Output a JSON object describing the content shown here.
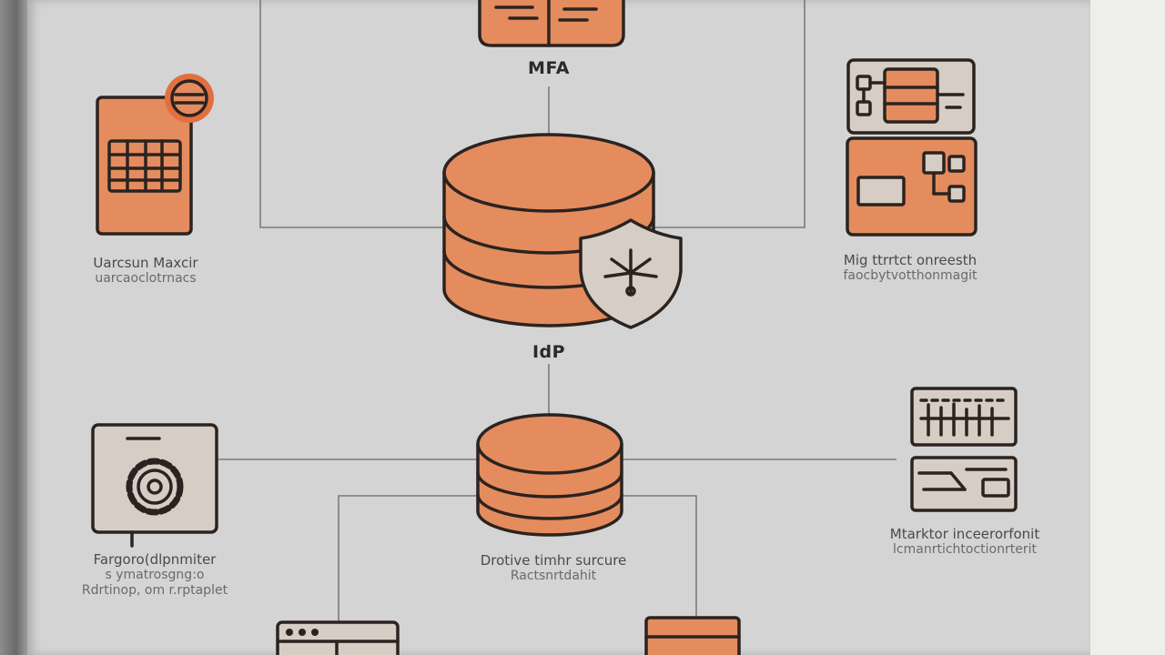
{
  "colors": {
    "fill": "#e48c5e",
    "fill_light": "#e9a47c",
    "stroke": "#2b2320",
    "line": "#7a7a7a",
    "badge": "#e2703f",
    "icon_bg": "#d6cdc4"
  },
  "icons": {
    "top": "mfa-device-icon",
    "center": "idp-database-icon",
    "shield": "shield-icon",
    "left_top": "tablet-icon",
    "right_top": "network-panel-icon",
    "left_bottom": "gear-monitor-icon",
    "center_bottom": "database-icon",
    "right_bottom": "control-panel-icon"
  },
  "labels": {
    "mfa": "MFA",
    "idp": "IdP",
    "left_top": [
      "Uarcsun Maxcir",
      "uarcaoclotrnacs"
    ],
    "right_top": [
      "Mig ttrrtct onreesth",
      "faocbytvotthonmagit"
    ],
    "left_bottom": [
      "Fargoro(dlpnmiter",
      "s ymatrosgng:o",
      "Rdrtinop, om r.rptaplet"
    ],
    "center_bottom": [
      "Drotive timhr surcure",
      "Ractsnrtdahit"
    ],
    "right_bottom": [
      "Mtarktor inceerorfonit",
      "lcmanrtichtoctionrterit"
    ]
  }
}
